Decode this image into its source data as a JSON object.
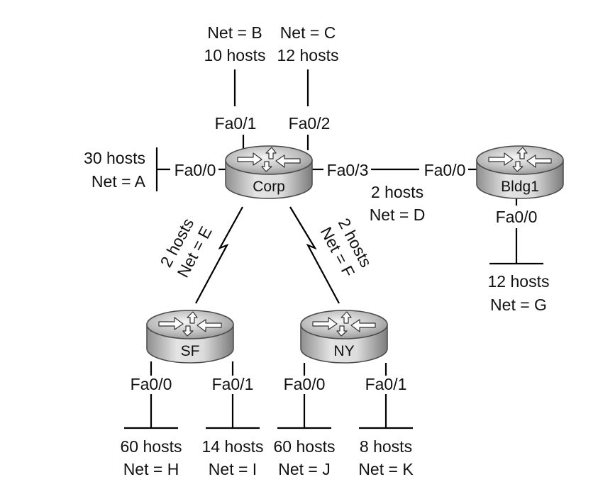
{
  "routers": {
    "corp": {
      "name": "Corp"
    },
    "bldg1": {
      "name": "Bldg1"
    },
    "sf": {
      "name": "SF"
    },
    "ny": {
      "name": "NY"
    }
  },
  "interfaces": {
    "corp_fa0_0": "Fa0/0",
    "corp_fa0_1": "Fa0/1",
    "corp_fa0_2": "Fa0/2",
    "corp_fa0_3": "Fa0/3",
    "bldg1_fa0_0_left": "Fa0/0",
    "bldg1_fa0_0_bottom": "Fa0/0",
    "sf_fa0_0": "Fa0/0",
    "sf_fa0_1": "Fa0/1",
    "ny_fa0_0": "Fa0/0",
    "ny_fa0_1": "Fa0/1"
  },
  "networks": {
    "a": {
      "hosts": "30 hosts",
      "net": "Net = A"
    },
    "b": {
      "hosts": "10 hosts",
      "net": "Net = B"
    },
    "c": {
      "hosts": "12 hosts",
      "net": "Net = C"
    },
    "d": {
      "hosts": "2 hosts",
      "net": "Net = D"
    },
    "e": {
      "hosts": "2 hosts",
      "net": "Net = E"
    },
    "f": {
      "hosts": "2 hosts",
      "net": "Net = F"
    },
    "g": {
      "hosts": "12 hosts",
      "net": "Net = G"
    },
    "h": {
      "hosts": "60 hosts",
      "net": "Net = H"
    },
    "i": {
      "hosts": "14 hosts",
      "net": "Net = I"
    },
    "j": {
      "hosts": "60 hosts",
      "net": "Net = J"
    },
    "k": {
      "hosts": "8 hosts",
      "net": "Net = K"
    }
  },
  "icons": {
    "router": "router-icon",
    "serial_link": "serial-link-icon"
  }
}
